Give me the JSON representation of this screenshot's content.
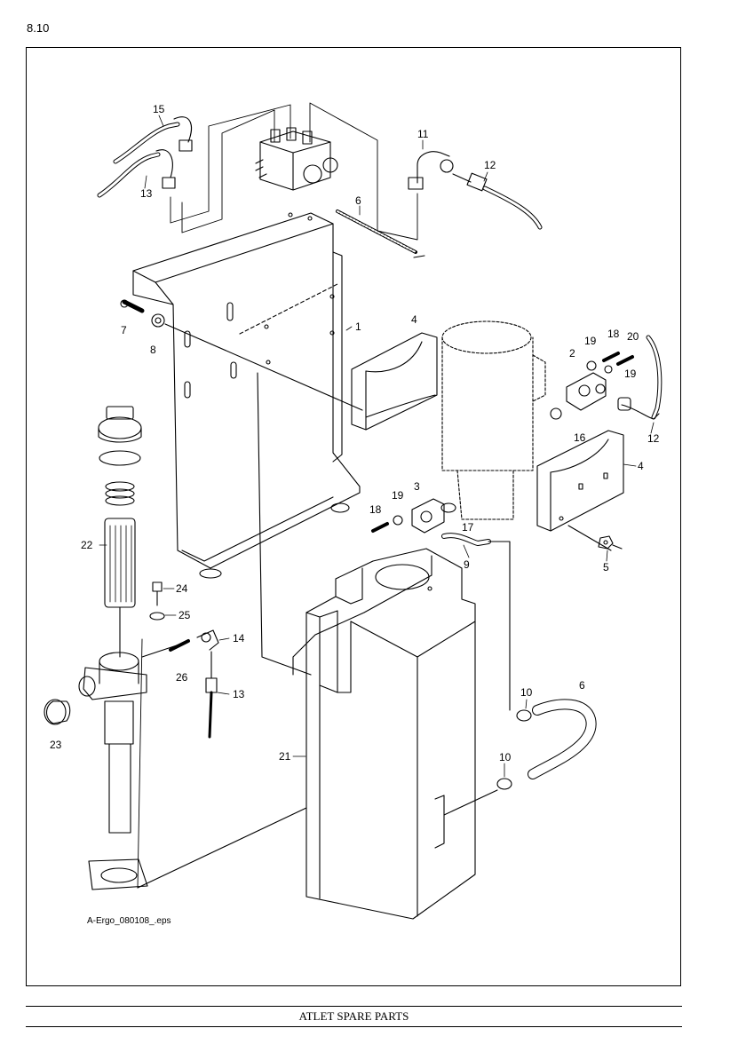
{
  "page_number": "8.10",
  "file_name": "A-Ergo_080108_.eps",
  "footer": "ATLET SPARE PARTS",
  "callouts": [
    "1",
    "2",
    "3",
    "4",
    "4",
    "5",
    "6",
    "6",
    "7",
    "8",
    "9",
    "10",
    "10",
    "11",
    "12",
    "12",
    "13",
    "13",
    "14",
    "15",
    "16",
    "17",
    "18",
    "18",
    "19",
    "19",
    "19",
    "20",
    "21",
    "22",
    "23",
    "24",
    "25",
    "26"
  ]
}
